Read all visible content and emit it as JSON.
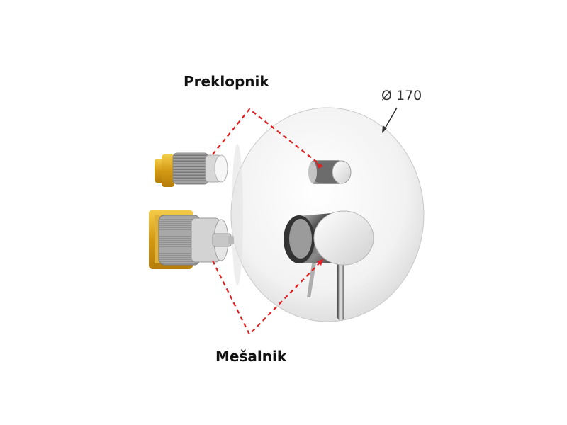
{
  "labels": {
    "diverter": "Preklopnik",
    "mixer": "Mešalnik",
    "diameter": "Ø 170"
  },
  "colors": {
    "dashed_line": "#e02020",
    "brass": "#d7a21e",
    "chrome_light": "#f4f4f4",
    "chrome_dark": "#3a3a3a"
  }
}
